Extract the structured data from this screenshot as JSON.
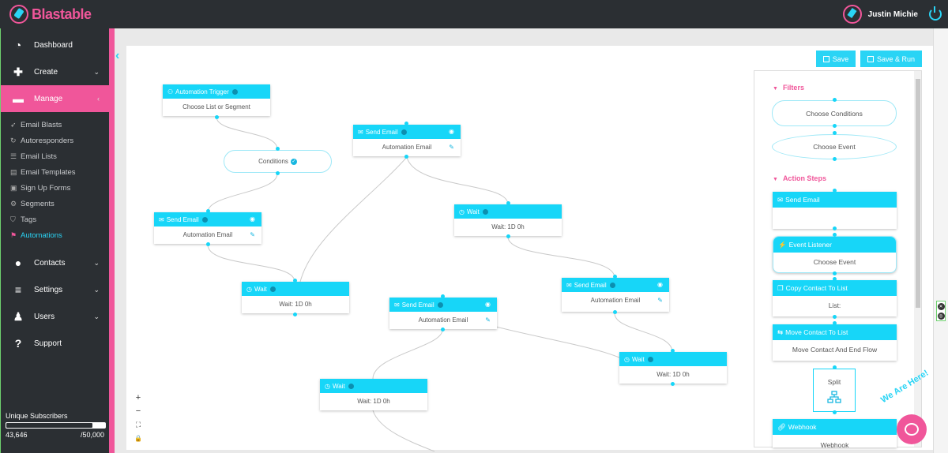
{
  "brand": {
    "name": "Blastable"
  },
  "user": {
    "name": "Justin Michie"
  },
  "sidebar": {
    "items": [
      {
        "label": "Dashboard",
        "icon": "dashboard-icon"
      },
      {
        "label": "Create",
        "icon": "plus-icon"
      },
      {
        "label": "Manage",
        "icon": "briefcase-icon",
        "active": true
      },
      {
        "label": "Contacts",
        "icon": "person-icon"
      },
      {
        "label": "Settings",
        "icon": "sliders-icon"
      },
      {
        "label": "Users",
        "icon": "users-icon"
      },
      {
        "label": "Support",
        "icon": "help-icon"
      }
    ],
    "subitems": [
      {
        "label": "Email Blasts",
        "icon": "rocket-icon"
      },
      {
        "label": "Autoresponders",
        "icon": "refresh-icon"
      },
      {
        "label": "Email Lists",
        "icon": "list-icon"
      },
      {
        "label": "Email Templates",
        "icon": "template-icon"
      },
      {
        "label": "Sign Up Forms",
        "icon": "form-icon"
      },
      {
        "label": "Segments",
        "icon": "segments-icon"
      },
      {
        "label": "Tags",
        "icon": "tags-icon"
      },
      {
        "label": "Automations",
        "icon": "automation-icon",
        "active": true
      }
    ],
    "subscribers": {
      "label": "Unique Subscribers",
      "count": "43,646",
      "limit": "/50,000",
      "fraction": 0.873
    }
  },
  "toolbar": {
    "save_label": "Save",
    "save_run_label": "Save & Run"
  },
  "flow": {
    "trigger": {
      "title": "Automation Trigger",
      "body": "Choose List or Segment"
    },
    "conditions": {
      "label": "Conditions"
    },
    "send_email_a": {
      "title": "Send Email",
      "body": "Automation Email"
    },
    "send_email_b": {
      "title": "Send Email",
      "body": "Automation Email"
    },
    "send_email_c": {
      "title": "Send Email",
      "body": "Automation Email"
    },
    "send_email_d": {
      "title": "Send Email",
      "body": "Automation Email"
    },
    "wait_a": {
      "title": "Wait",
      "body": "Wait: 1D 0h"
    },
    "wait_b": {
      "title": "Wait",
      "body": "Wait: 1D 0h"
    },
    "wait_c": {
      "title": "Wait",
      "body": "Wait: 1D 0h"
    },
    "wait_d": {
      "title": "Wait",
      "body": "Wait: 1D 0h"
    }
  },
  "zoom_controls": [
    "+",
    "−",
    "⛶",
    "🔒"
  ],
  "palette": {
    "filters_title": "Filters",
    "choose_conditions": "Choose Conditions",
    "choose_event": "Choose Event",
    "actions_title": "Action Steps",
    "send_email": "Send Email",
    "event_listener": {
      "title": "Event Listener",
      "body": "Choose Event"
    },
    "copy_contact": {
      "title": "Copy Contact To List",
      "body": "List:"
    },
    "move_contact": {
      "title": "Move Contact To List",
      "body": "Move Contact And End Flow"
    },
    "split": "Split",
    "webhook": {
      "title": "Webhook",
      "body": "Webhook"
    }
  },
  "chat": {
    "badge": "We Are Here!"
  },
  "colors": {
    "accent": "#17d6f8",
    "brand_pink": "#f0569a",
    "dark": "#2b2f33"
  }
}
